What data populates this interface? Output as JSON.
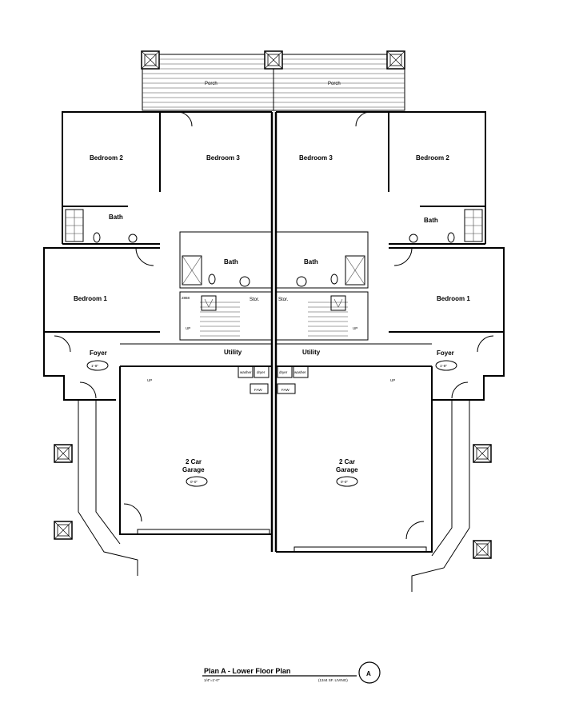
{
  "porch": {
    "left": "Porch",
    "right": "Porch"
  },
  "rooms": {
    "bedroom2_left": "Bedroom 2",
    "bedroom3_left": "Bedroom 3",
    "bedroom3_right": "Bedroom 3",
    "bedroom2_right": "Bedroom 2",
    "bath_upper_left": "Bath",
    "bath_upper_right": "Bath",
    "bath_mid_left": "Bath",
    "bath_mid_right": "Bath",
    "bedroom1_left": "Bedroom 1",
    "bedroom1_right": "Bedroom 1",
    "stor_left": "Stor.",
    "stor_right": "Stor.",
    "utility_left": "Utility",
    "utility_right": "Utility",
    "foyer_left": "Foyer",
    "foyer_right": "Foyer",
    "garage_left_line1": "2 Car",
    "garage_left_line2": "Garage",
    "garage_right_line1": "2 Car",
    "garage_right_line2": "Garage"
  },
  "tags": {
    "foyer_left_ceiling": "1'-8\"",
    "foyer_right_ceiling": "1'-8\"",
    "garage_left_ceiling": "0'-0\"",
    "garage_right_ceiling": "0'-0\"",
    "door_2868": "2868",
    "up_1": "UP",
    "up_2": "UP",
    "up_3": "UP",
    "up_4": "UP",
    "washer_left": "washer",
    "dryer_left": "dryer",
    "dryer_right": "dryer",
    "washer_right": "washer",
    "faw_left": "FAW",
    "faw_right": "FAW"
  },
  "title_block": {
    "title": "Plan A - Lower Floor Plan",
    "scale": "1/4\"=1'-0\"",
    "area": "(1344 SF. LIVING)",
    "tag": "A"
  }
}
